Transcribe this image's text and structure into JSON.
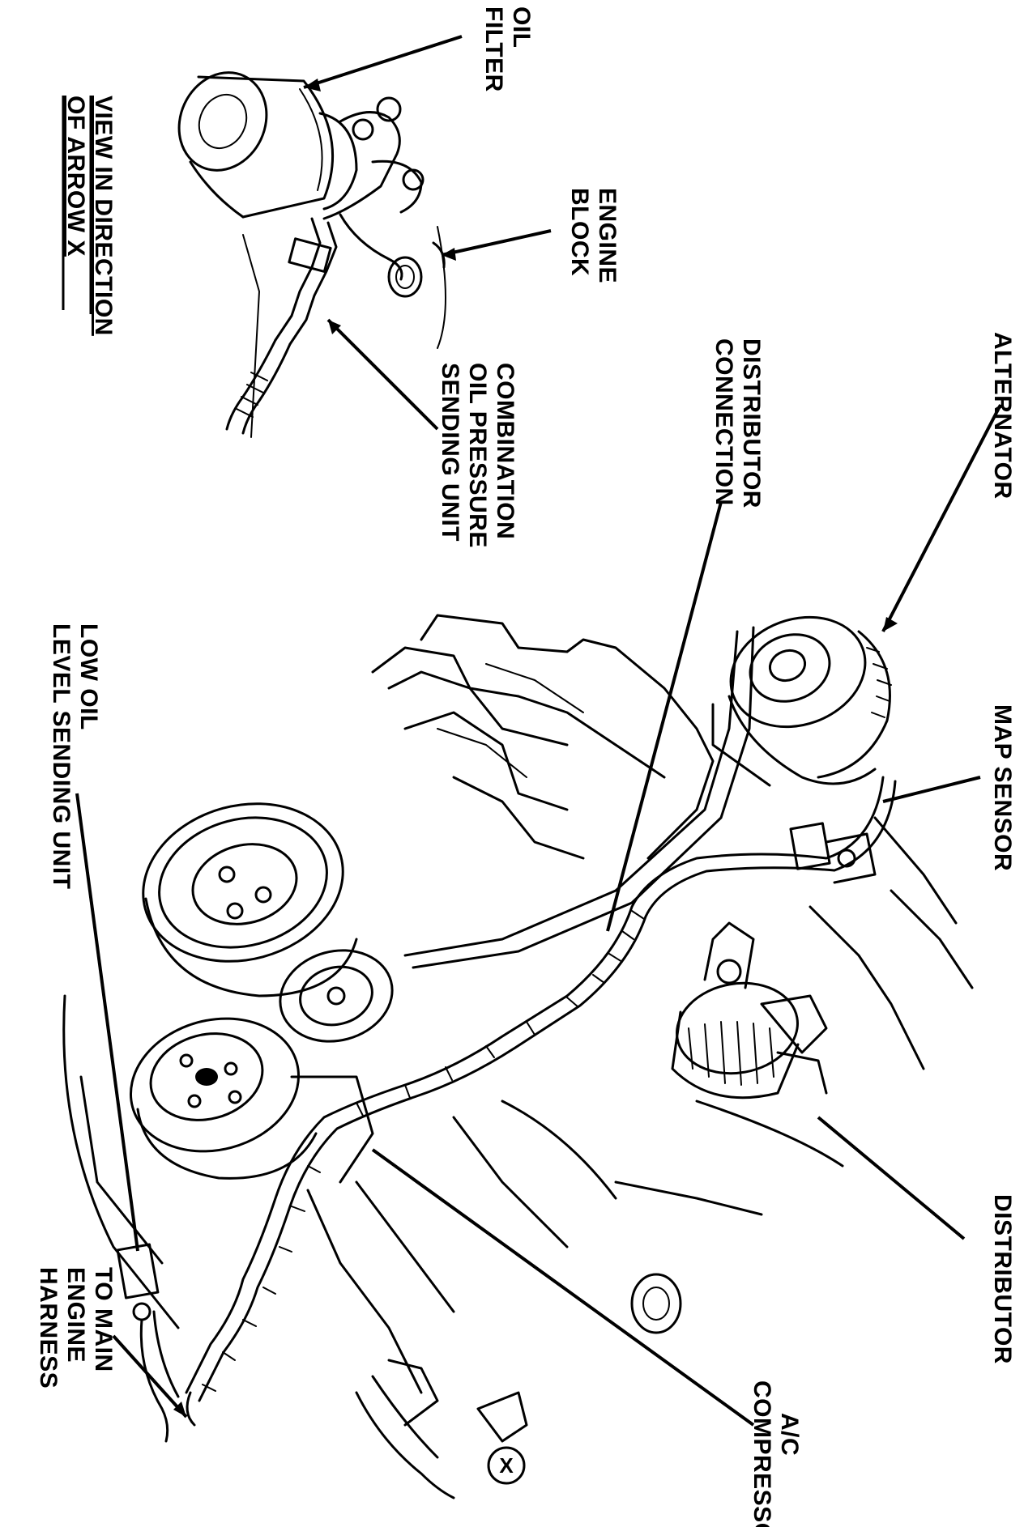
{
  "labels": {
    "oil_filter": [
      "OIL",
      "FILTER"
    ],
    "view_direction": [
      "VIEW IN DIRECTION",
      "OF ARROW X"
    ],
    "engine_block": [
      "ENGINE",
      "BLOCK"
    ],
    "combination_sending_unit": [
      "COMBINATION",
      "OIL PRESSURE",
      "SENDING UNIT"
    ],
    "distributor_connection": [
      "DISTRIBUTOR",
      "CONNECTION"
    ],
    "alternator": [
      "ALTERNATOR"
    ],
    "low_oil_sending_unit": [
      "LOW OIL",
      "LEVEL SENDING UNIT"
    ],
    "map_sensor": [
      "MAP SENSOR"
    ],
    "distributor": [
      "DISTRIBUTOR"
    ],
    "to_main_engine_harness": [
      "TO MAIN",
      "ENGINE",
      "HARNESS"
    ],
    "ac_compressor": [
      "A/C",
      "COMPRESSOR"
    ],
    "arrow_marker": "X"
  }
}
